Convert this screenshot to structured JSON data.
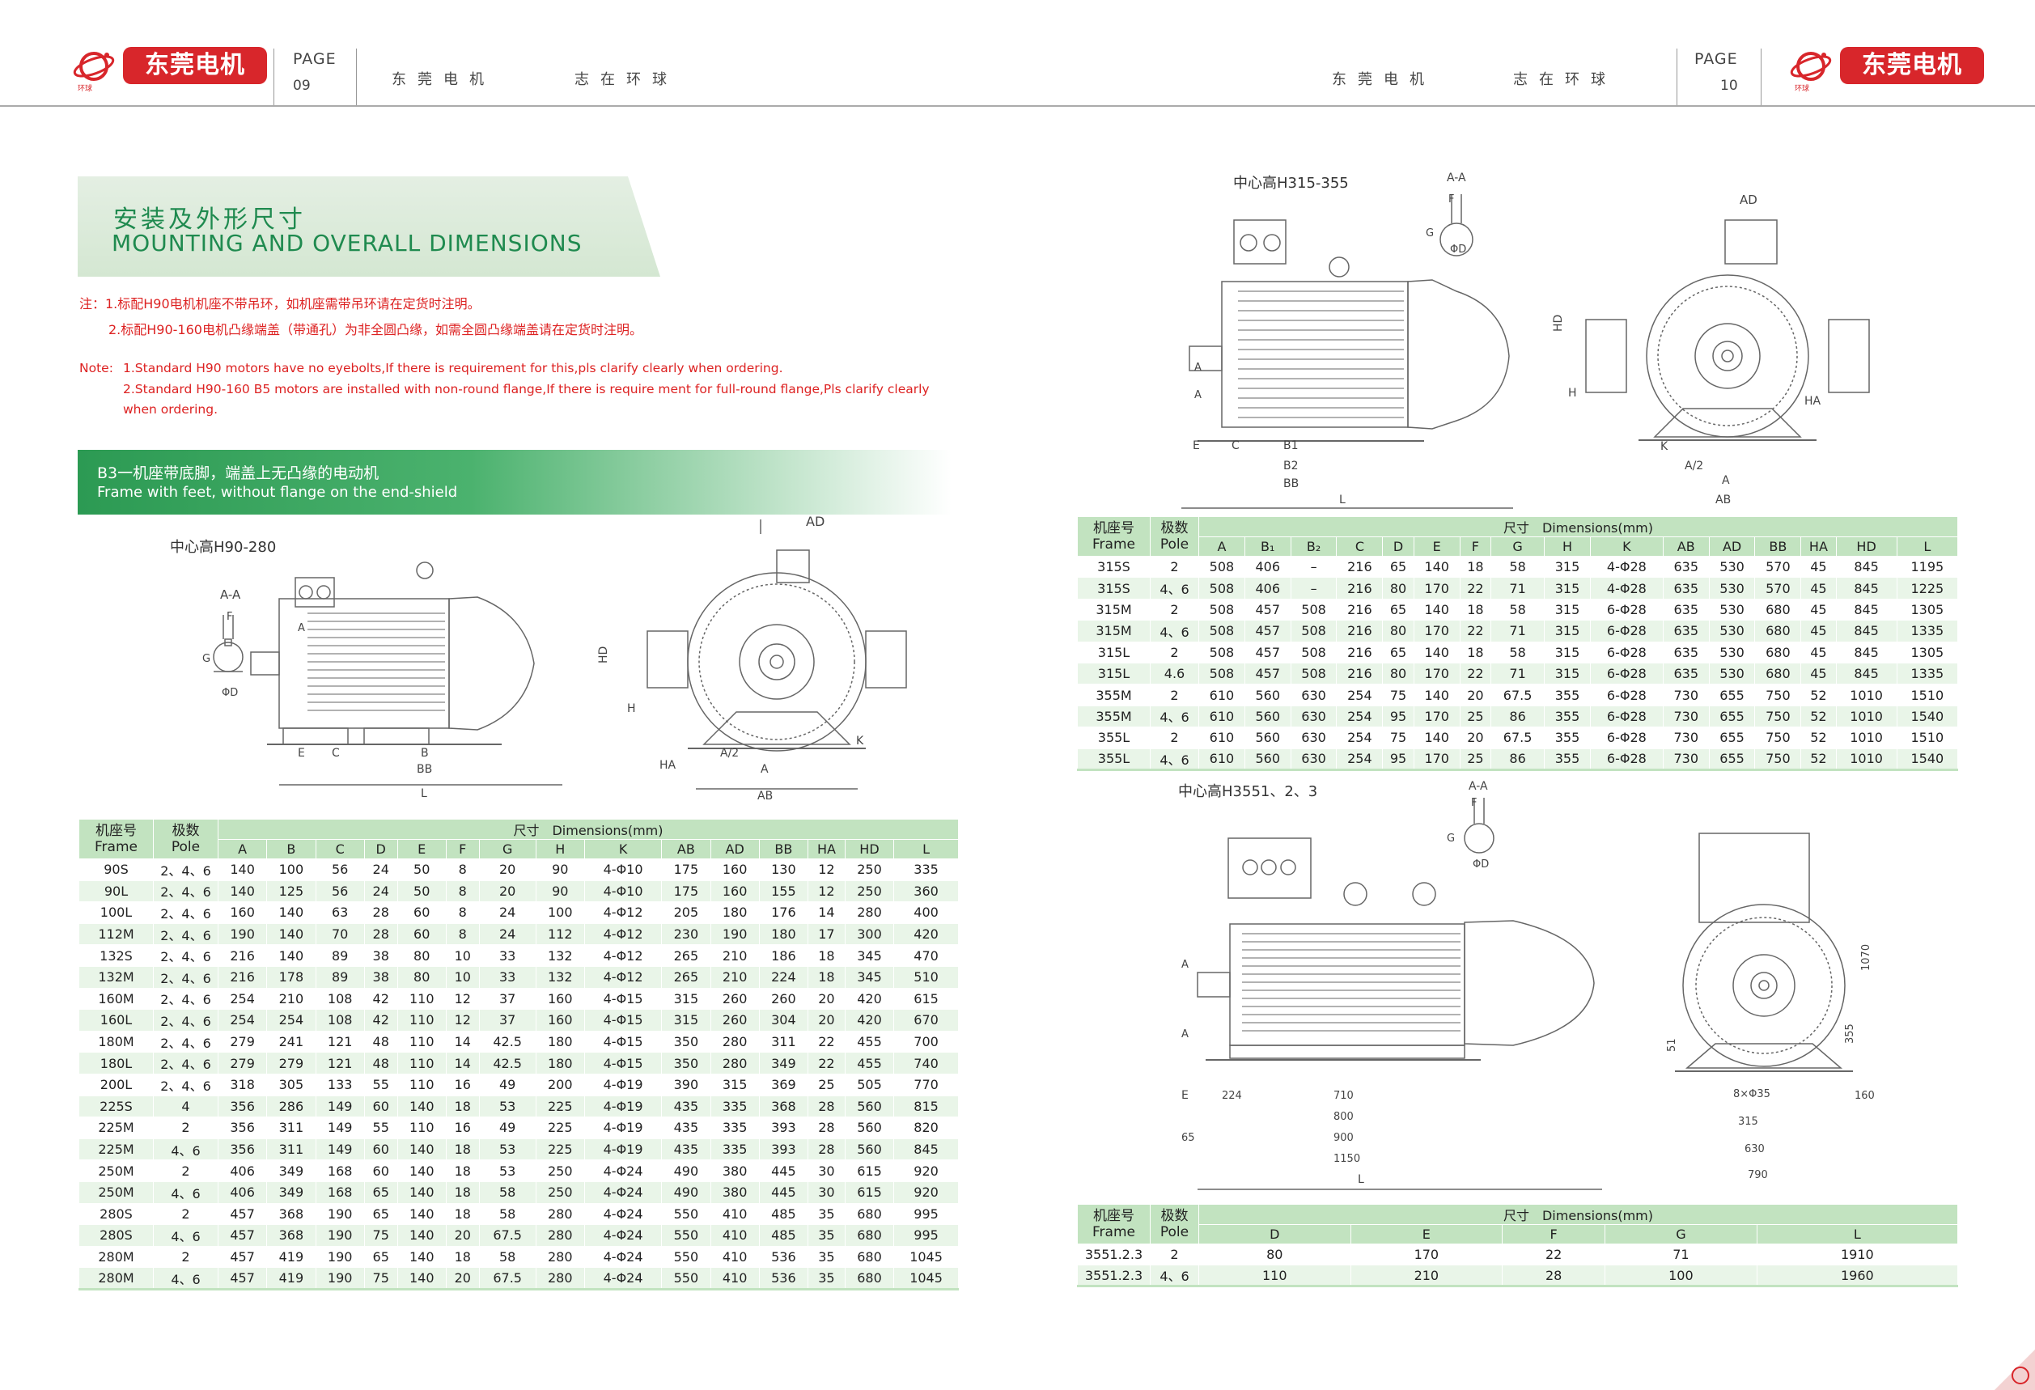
{
  "header": {
    "brand": "东莞电机",
    "brand_sub": "环球",
    "left_page_label": "PAGE",
    "left_page_number": "09",
    "right_page_label": "PAGE",
    "right_page_number": "10",
    "slogan_left_a": "东莞电机",
    "slogan_left_b": "志在环球",
    "slogan_right_a": "东莞电机",
    "slogan_right_b": "志在环球",
    "brand_color": "#d8262b"
  },
  "section": {
    "title_cn": "安装及外形尺寸",
    "title_en": "MOUNTING AND OVERALL DIMENSIONS"
  },
  "notes": {
    "cn1": "注：1.标配H90电机机座不带吊环，如机座需带吊环请在定货时注明。",
    "cn2": "2.标配H90-160电机凸缘端盖（带通孔）为非全圆凸缘，如需全圆凸缘端盖请在定货时注明。",
    "en_prefix": "Note:",
    "en1": "1.Standard H90 motors have no eyebolts,If there is requirement for this,pls clarify clearly when ordering.",
    "en2": "2.Standard H90-160 B5 motors are installed with non-round flange,If there is require ment for full-round flange,Pls clarify clearly",
    "en3": "when ordering."
  },
  "banner": {
    "line1": "B3一机座带底脚，端盖上无凸缘的电动机",
    "line2": "Frame with feet, without flange on the end-shield"
  },
  "drawing_labels": {
    "h90_title": "中心高H90-280",
    "h315_title": "中心高H315-355",
    "h3551_title": "中心高H3551、2、3",
    "aa": "A-A",
    "F": "F",
    "G": "G",
    "phiD": "ΦD",
    "A": "A",
    "E": "E",
    "C": "C",
    "B": "B",
    "BB": "BB",
    "L": "L",
    "AD": "AD",
    "HD": "HD",
    "H": "H",
    "HA": "HA",
    "A2": "A/2",
    "AB": "AB",
    "K": "K",
    "B1": "B1",
    "B2": "B2",
    "d224": "224",
    "d710": "710",
    "d800": "800",
    "d900": "900",
    "d1150": "1150",
    "d65": "65",
    "d8x35": "8×Φ35",
    "d315": "315",
    "d630": "630",
    "d790": "790",
    "d160": "160",
    "d1070": "1070",
    "d355": "355",
    "d51": "51"
  },
  "table_left": {
    "h_frame_cn": "机座号",
    "h_frame_en": "Frame",
    "h_pole_cn": "极数",
    "h_pole_en": "Pole",
    "h_dim": "尺寸　Dimensions(mm)",
    "cols": [
      "A",
      "B",
      "C",
      "D",
      "E",
      "F",
      "G",
      "H",
      "K",
      "AB",
      "AD",
      "BB",
      "HA",
      "HD",
      "L"
    ],
    "rows": [
      [
        "90S",
        "2、4、6",
        "140",
        "100",
        "56",
        "24",
        "50",
        "8",
        "20",
        "90",
        "4-Φ10",
        "175",
        "160",
        "130",
        "12",
        "250",
        "335"
      ],
      [
        "90L",
        "2、4、6",
        "140",
        "125",
        "56",
        "24",
        "50",
        "8",
        "20",
        "90",
        "4-Φ10",
        "175",
        "160",
        "155",
        "12",
        "250",
        "360"
      ],
      [
        "100L",
        "2、4、6",
        "160",
        "140",
        "63",
        "28",
        "60",
        "8",
        "24",
        "100",
        "4-Φ12",
        "205",
        "180",
        "176",
        "14",
        "280",
        "400"
      ],
      [
        "112M",
        "2、4、6",
        "190",
        "140",
        "70",
        "28",
        "60",
        "8",
        "24",
        "112",
        "4-Φ12",
        "230",
        "190",
        "180",
        "17",
        "300",
        "420"
      ],
      [
        "132S",
        "2、4、6",
        "216",
        "140",
        "89",
        "38",
        "80",
        "10",
        "33",
        "132",
        "4-Φ12",
        "265",
        "210",
        "186",
        "18",
        "345",
        "470"
      ],
      [
        "132M",
        "2、4、6",
        "216",
        "178",
        "89",
        "38",
        "80",
        "10",
        "33",
        "132",
        "4-Φ12",
        "265",
        "210",
        "224",
        "18",
        "345",
        "510"
      ],
      [
        "160M",
        "2、4、6",
        "254",
        "210",
        "108",
        "42",
        "110",
        "12",
        "37",
        "160",
        "4-Φ15",
        "315",
        "260",
        "260",
        "20",
        "420",
        "615"
      ],
      [
        "160L",
        "2、4、6",
        "254",
        "254",
        "108",
        "42",
        "110",
        "12",
        "37",
        "160",
        "4-Φ15",
        "315",
        "260",
        "304",
        "20",
        "420",
        "670"
      ],
      [
        "180M",
        "2、4、6",
        "279",
        "241",
        "121",
        "48",
        "110",
        "14",
        "42.5",
        "180",
        "4-Φ15",
        "350",
        "280",
        "311",
        "22",
        "455",
        "700"
      ],
      [
        "180L",
        "2、4、6",
        "279",
        "279",
        "121",
        "48",
        "110",
        "14",
        "42.5",
        "180",
        "4-Φ15",
        "350",
        "280",
        "349",
        "22",
        "455",
        "740"
      ],
      [
        "200L",
        "2、4、6",
        "318",
        "305",
        "133",
        "55",
        "110",
        "16",
        "49",
        "200",
        "4-Φ19",
        "390",
        "315",
        "369",
        "25",
        "505",
        "770"
      ],
      [
        "225S",
        "4",
        "356",
        "286",
        "149",
        "60",
        "140",
        "18",
        "53",
        "225",
        "4-Φ19",
        "435",
        "335",
        "368",
        "28",
        "560",
        "815"
      ],
      [
        "225M",
        "2",
        "356",
        "311",
        "149",
        "55",
        "110",
        "16",
        "49",
        "225",
        "4-Φ19",
        "435",
        "335",
        "393",
        "28",
        "560",
        "820"
      ],
      [
        "225M",
        "4、6",
        "356",
        "311",
        "149",
        "60",
        "140",
        "18",
        "53",
        "225",
        "4-Φ19",
        "435",
        "335",
        "393",
        "28",
        "560",
        "845"
      ],
      [
        "250M",
        "2",
        "406",
        "349",
        "168",
        "60",
        "140",
        "18",
        "53",
        "250",
        "4-Φ24",
        "490",
        "380",
        "445",
        "30",
        "615",
        "920"
      ],
      [
        "250M",
        "4、6",
        "406",
        "349",
        "168",
        "65",
        "140",
        "18",
        "58",
        "250",
        "4-Φ24",
        "490",
        "380",
        "445",
        "30",
        "615",
        "920"
      ],
      [
        "280S",
        "2",
        "457",
        "368",
        "190",
        "65",
        "140",
        "18",
        "58",
        "280",
        "4-Φ24",
        "550",
        "410",
        "485",
        "35",
        "680",
        "995"
      ],
      [
        "280S",
        "4、6",
        "457",
        "368",
        "190",
        "75",
        "140",
        "20",
        "67.5",
        "280",
        "4-Φ24",
        "550",
        "410",
        "485",
        "35",
        "680",
        "995"
      ],
      [
        "280M",
        "2",
        "457",
        "419",
        "190",
        "65",
        "140",
        "18",
        "58",
        "280",
        "4-Φ24",
        "550",
        "410",
        "536",
        "35",
        "680",
        "1045"
      ],
      [
        "280M",
        "4、6",
        "457",
        "419",
        "190",
        "75",
        "140",
        "20",
        "67.5",
        "280",
        "4-Φ24",
        "550",
        "410",
        "536",
        "35",
        "680",
        "1045"
      ]
    ]
  },
  "table_right1": {
    "h_frame_cn": "机座号",
    "h_frame_en": "Frame",
    "h_pole_cn": "极数",
    "h_pole_en": "Pole",
    "h_dim": "尺寸　Dimensions(mm)",
    "cols": [
      "A",
      "B₁",
      "B₂",
      "C",
      "D",
      "E",
      "F",
      "G",
      "H",
      "K",
      "AB",
      "AD",
      "BB",
      "HA",
      "HD",
      "L"
    ],
    "rows": [
      [
        "315S",
        "2",
        "508",
        "406",
        "–",
        "216",
        "65",
        "140",
        "18",
        "58",
        "315",
        "4-Φ28",
        "635",
        "530",
        "570",
        "45",
        "845",
        "1195"
      ],
      [
        "315S",
        "4、6",
        "508",
        "406",
        "–",
        "216",
        "80",
        "170",
        "22",
        "71",
        "315",
        "4-Φ28",
        "635",
        "530",
        "570",
        "45",
        "845",
        "1225"
      ],
      [
        "315M",
        "2",
        "508",
        "457",
        "508",
        "216",
        "65",
        "140",
        "18",
        "58",
        "315",
        "6-Φ28",
        "635",
        "530",
        "680",
        "45",
        "845",
        "1305"
      ],
      [
        "315M",
        "4、6",
        "508",
        "457",
        "508",
        "216",
        "80",
        "170",
        "22",
        "71",
        "315",
        "6-Φ28",
        "635",
        "530",
        "680",
        "45",
        "845",
        "1335"
      ],
      [
        "315L",
        "2",
        "508",
        "457",
        "508",
        "216",
        "65",
        "140",
        "18",
        "58",
        "315",
        "6-Φ28",
        "635",
        "530",
        "680",
        "45",
        "845",
        "1305"
      ],
      [
        "315L",
        "4.6",
        "508",
        "457",
        "508",
        "216",
        "80",
        "170",
        "22",
        "71",
        "315",
        "6-Φ28",
        "635",
        "530",
        "680",
        "45",
        "845",
        "1335"
      ],
      [
        "355M",
        "2",
        "610",
        "560",
        "630",
        "254",
        "75",
        "140",
        "20",
        "67.5",
        "355",
        "6-Φ28",
        "730",
        "655",
        "750",
        "52",
        "1010",
        "1510"
      ],
      [
        "355M",
        "4、6",
        "610",
        "560",
        "630",
        "254",
        "95",
        "170",
        "25",
        "86",
        "355",
        "6-Φ28",
        "730",
        "655",
        "750",
        "52",
        "1010",
        "1540"
      ],
      [
        "355L",
        "2",
        "610",
        "560",
        "630",
        "254",
        "75",
        "140",
        "20",
        "67.5",
        "355",
        "6-Φ28",
        "730",
        "655",
        "750",
        "52",
        "1010",
        "1510"
      ],
      [
        "355L",
        "4、6",
        "610",
        "560",
        "630",
        "254",
        "95",
        "170",
        "25",
        "86",
        "355",
        "6-Φ28",
        "730",
        "655",
        "750",
        "52",
        "1010",
        "1540"
      ]
    ]
  },
  "table_right2": {
    "h_frame_cn": "机座号",
    "h_frame_en": "Frame",
    "h_pole_cn": "极数",
    "h_pole_en": "Pole",
    "h_dim": "尺寸　Dimensions(mm)",
    "cols": [
      "D",
      "E",
      "F",
      "G",
      "L"
    ],
    "rows": [
      [
        "3551.2.3",
        "2",
        "80",
        "170",
        "22",
        "71",
        "1910"
      ],
      [
        "3551.2.3",
        "4、6",
        "110",
        "210",
        "28",
        "100",
        "1960"
      ]
    ]
  }
}
